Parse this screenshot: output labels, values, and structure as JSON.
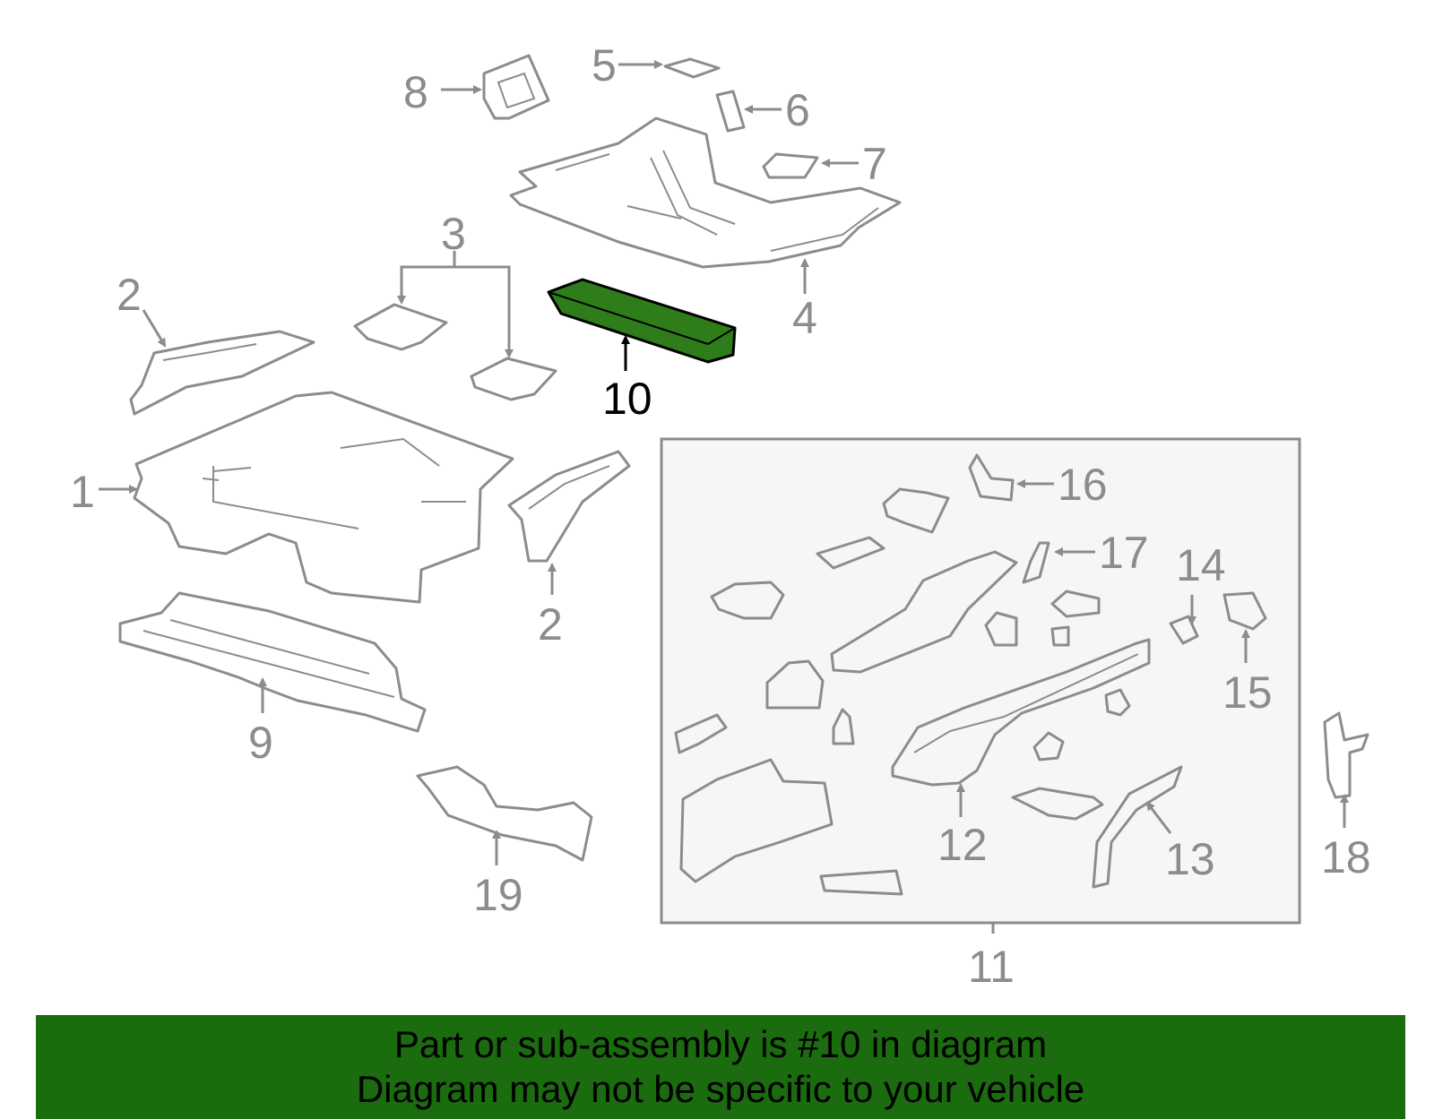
{
  "labels": {
    "1": "1",
    "2a": "2",
    "2b": "2",
    "3": "3",
    "4": "4",
    "5": "5",
    "6": "6",
    "7": "7",
    "8": "8",
    "9": "9",
    "10": "10",
    "11": "11",
    "12": "12",
    "13": "13",
    "14": "14",
    "15": "15",
    "16": "16",
    "17": "17",
    "18": "18",
    "19": "19"
  },
  "highlight": {
    "part": "10",
    "color": "#2e7d1a"
  },
  "banner": {
    "line1": "Part or sub-assembly is #10 in diagram",
    "line2": "Diagram may not be specific to your vehicle",
    "color": "#1b6b0f"
  }
}
